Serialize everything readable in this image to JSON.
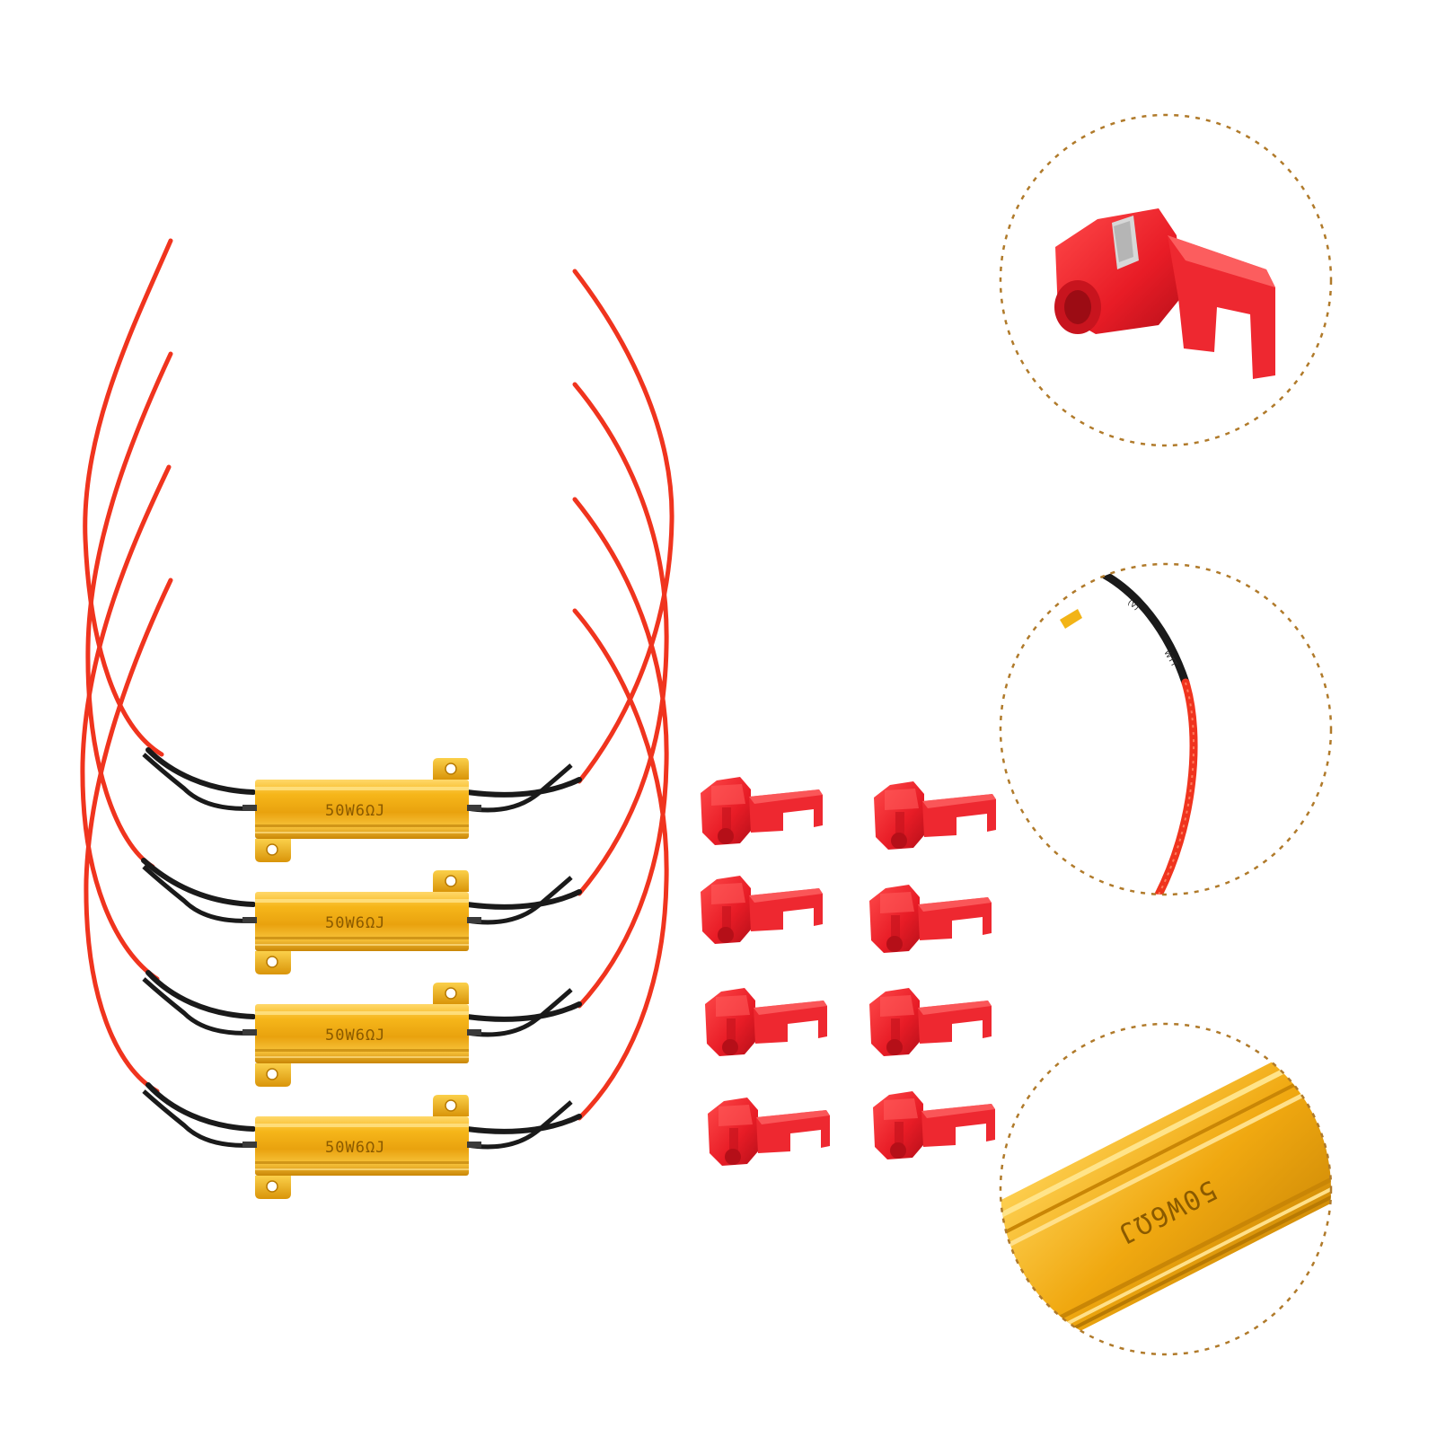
{
  "product": {
    "resistor_marking": "50W6ΩJ",
    "resistor_count": 4,
    "connector_count": 8
  },
  "detail_views": [
    {
      "name": "connector-closeup",
      "depicts": "red quick splice wire connector"
    },
    {
      "name": "wire-closeup",
      "depicts": "black lead joined to red braided wire"
    },
    {
      "name": "resistor-closeup",
      "depicts": "gold aluminium resistor housing",
      "marking": "50W6ΩJ"
    }
  ],
  "colors": {
    "background": "#ffffff",
    "wire_red": "#f0341e",
    "lead_black": "#1a1a1a",
    "resistor_gold": "#f2b417",
    "connector_red": "#e8202a",
    "dashed_circle": "#b07a2a"
  }
}
